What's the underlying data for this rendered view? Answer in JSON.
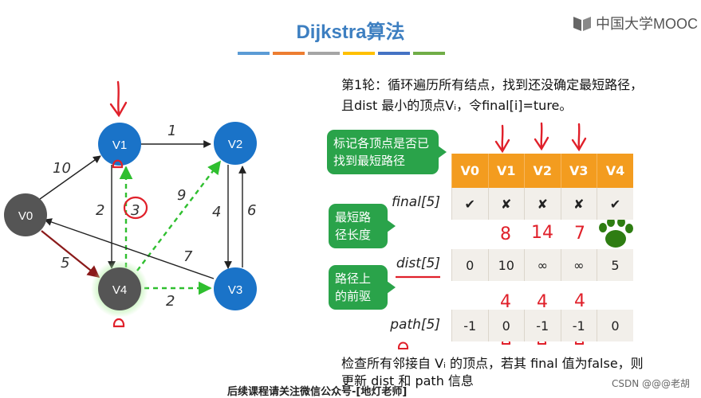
{
  "title": "Dijkstra算法",
  "logo": {
    "text": "中国大学MOOC"
  },
  "header_stripe_colors": [
    "#5b9bd5",
    "#ed7d31",
    "#a5a5a5",
    "#ffc000",
    "#4472c4",
    "#70ad47"
  ],
  "description_top": "第1轮：循环遍历所有结点，找到还没确定最短路径，且dist 最小的顶点Vᵢ，令final[i]=ture。",
  "description_bottom": "检查所有邻接自 Vᵢ 的顶点，若其 final 值为false，则更新 dist 和 path 信息",
  "graph": {
    "nodes": {
      "v0": "V0",
      "v1": "V1",
      "v2": "V2",
      "v3": "V3",
      "v4": "V4"
    },
    "edge_weights": {
      "v0_v1": "10",
      "v0_v4": "5",
      "v1_v2": "1",
      "v1_v4": "2",
      "v4_v1": "3",
      "v4_v2": "9",
      "v2_v3": "4",
      "v3_v2": "6",
      "v3_v0": "7",
      "v4_v3": "2"
    },
    "colors": {
      "blue_node": "#1a73c8",
      "gray_node": "#555555",
      "highlight": "#b6f0a8",
      "dashed": "#2fbf2f",
      "selected_edge": "#8b1a1a"
    }
  },
  "callouts": {
    "final": "标记各顶点是否已找到最短路径",
    "dist": "最短路径长度",
    "path": "路径上的前驱"
  },
  "table": {
    "headers": [
      "V0",
      "V1",
      "V2",
      "V3",
      "V4"
    ],
    "row_labels": {
      "final": "final[5]",
      "dist": "dist[5]",
      "path": "path[5]"
    },
    "final": [
      "✔",
      "✘",
      "✘",
      "✘",
      "✔"
    ],
    "dist": [
      "0",
      "10",
      "∞",
      "∞",
      "5"
    ],
    "path": [
      "-1",
      "0",
      "-1",
      "-1",
      "0"
    ]
  },
  "annotations": {
    "dist_updates": {
      "v1": "8",
      "v2": "14",
      "v3": "7"
    },
    "path_updates": {
      "v1": "4",
      "v2": "4",
      "v3": "4"
    },
    "paw_icon": "paw-print-icon"
  },
  "footer": "后续课程请关注微信公众号-[地灯老师]",
  "credit": "CSDN @@@老胡"
}
